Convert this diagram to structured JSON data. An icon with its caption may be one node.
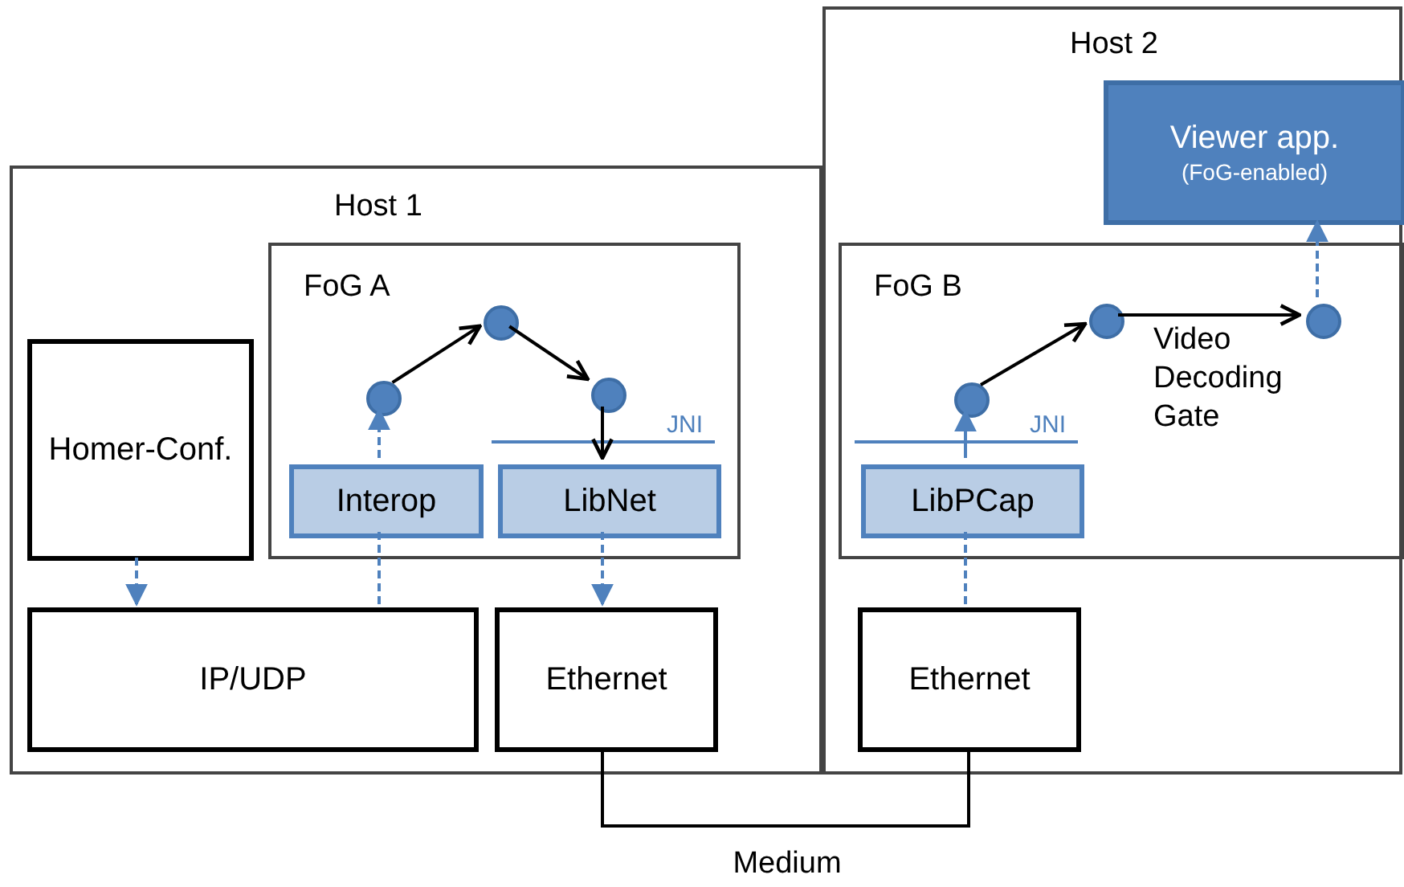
{
  "diagram": {
    "nodes": [
      {
        "text": [
          "Host 1"
        ]
      },
      {
        "text": [
          "FoG A"
        ],
        "in": 0
      },
      {
        "text": [],
        "shape": "circle",
        "in": 1
      },
      {
        "text": [],
        "shape": "circle",
        "in": 1
      },
      {
        "text": [],
        "shape": "circle",
        "in": 1
      },
      {
        "text": [
          "Interop"
        ],
        "in": 1
      },
      {
        "text": [
          "LibNet"
        ],
        "in": 1
      },
      {
        "text": [
          "Homer-Conf."
        ],
        "in": 0
      },
      {
        "text": [
          "IP/UDP"
        ],
        "in": 0
      },
      {
        "text": [
          "Ethernet"
        ],
        "in": 0
      },
      {
        "text": [
          "Host 2"
        ]
      },
      {
        "text": [
          "Viewer app.",
          "(FoG-enabled)"
        ],
        "in": 10
      },
      {
        "text": [
          "FoG B"
        ],
        "in": 10
      },
      {
        "text": [],
        "shape": "circle",
        "in": 12
      },
      {
        "text": [],
        "shape": "circle",
        "in": 12
      },
      {
        "text": [],
        "shape": "circle",
        "in": 12
      },
      {
        "text": [
          "LibPCap"
        ],
        "in": 12
      },
      {
        "text": [
          "Ethernet"
        ],
        "in": 10
      }
    ],
    "edges": [
      {
        "from": 7,
        "to": 8,
        "arrow": "to",
        "style": "dashed",
        "color": "#4f81bd"
      },
      {
        "from": 8,
        "to": 5,
        "arrow": "none",
        "style": "dashed",
        "color": "#4f81bd"
      },
      {
        "from": 5,
        "to": 2,
        "arrow": "to",
        "style": "dashed",
        "color": "#4f81bd"
      },
      {
        "from": 2,
        "to": 3,
        "arrow": "to",
        "color": "#000000"
      },
      {
        "from": 3,
        "to": 4,
        "arrow": "to",
        "color": "#000000"
      },
      {
        "from": 4,
        "to": 6,
        "arrow": "to",
        "color": "#000000"
      },
      {
        "from": 6,
        "to": 9,
        "arrow": "to",
        "style": "dashed",
        "color": "#4f81bd"
      },
      {
        "from": 9,
        "to": 17,
        "arrow": "none",
        "label": "Medium",
        "color": "#000000"
      },
      {
        "from": 17,
        "to": 16,
        "arrow": "none",
        "style": "dashed",
        "color": "#4f81bd"
      },
      {
        "from": 16,
        "to": 13,
        "arrow": "to",
        "color": "#4f81bd"
      },
      {
        "from": 13,
        "to": 14,
        "arrow": "to",
        "color": "#000000"
      },
      {
        "from": 14,
        "to": 15,
        "arrow": "to",
        "label": "Video Decoding Gate",
        "color": "#000000"
      },
      {
        "from": 15,
        "to": 11,
        "arrow": "to",
        "style": "dashed",
        "color": "#4f81bd"
      }
    ],
    "labels": [
      "JNI",
      "JNI"
    ]
  }
}
